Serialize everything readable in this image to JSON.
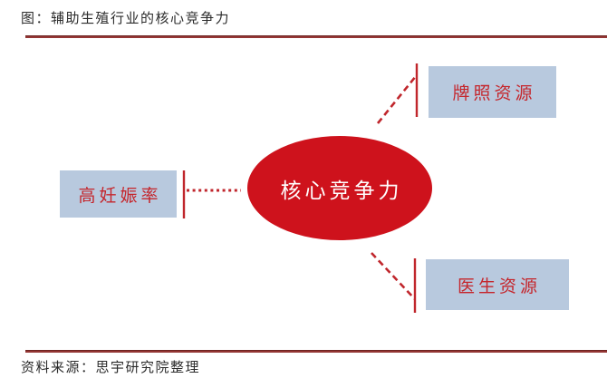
{
  "header": {
    "title": "图：辅助生殖行业的核心竞争力"
  },
  "diagram": {
    "center": {
      "label": "核心竞争力",
      "shape": "ellipse",
      "fill": "#CE121C",
      "text_color": "#FFFFFF"
    },
    "nodes": [
      {
        "label": "牌照资源",
        "position": "top-right"
      },
      {
        "label": "高妊娠率",
        "position": "left"
      },
      {
        "label": "医生资源",
        "position": "bottom-right"
      }
    ],
    "node_fill": "#B8C9DE",
    "node_text_color": "#C5262C",
    "connector_color": "#C0262C",
    "connector_styles": [
      "dashed-diagonal",
      "dotted-horizontal",
      "dashed-diagonal"
    ]
  },
  "footer": {
    "source": "资料来源：思宇研究院整理"
  },
  "colors": {
    "rule": "#943634",
    "body_text": "#2B2B2B",
    "background": "#FFFFFF"
  }
}
